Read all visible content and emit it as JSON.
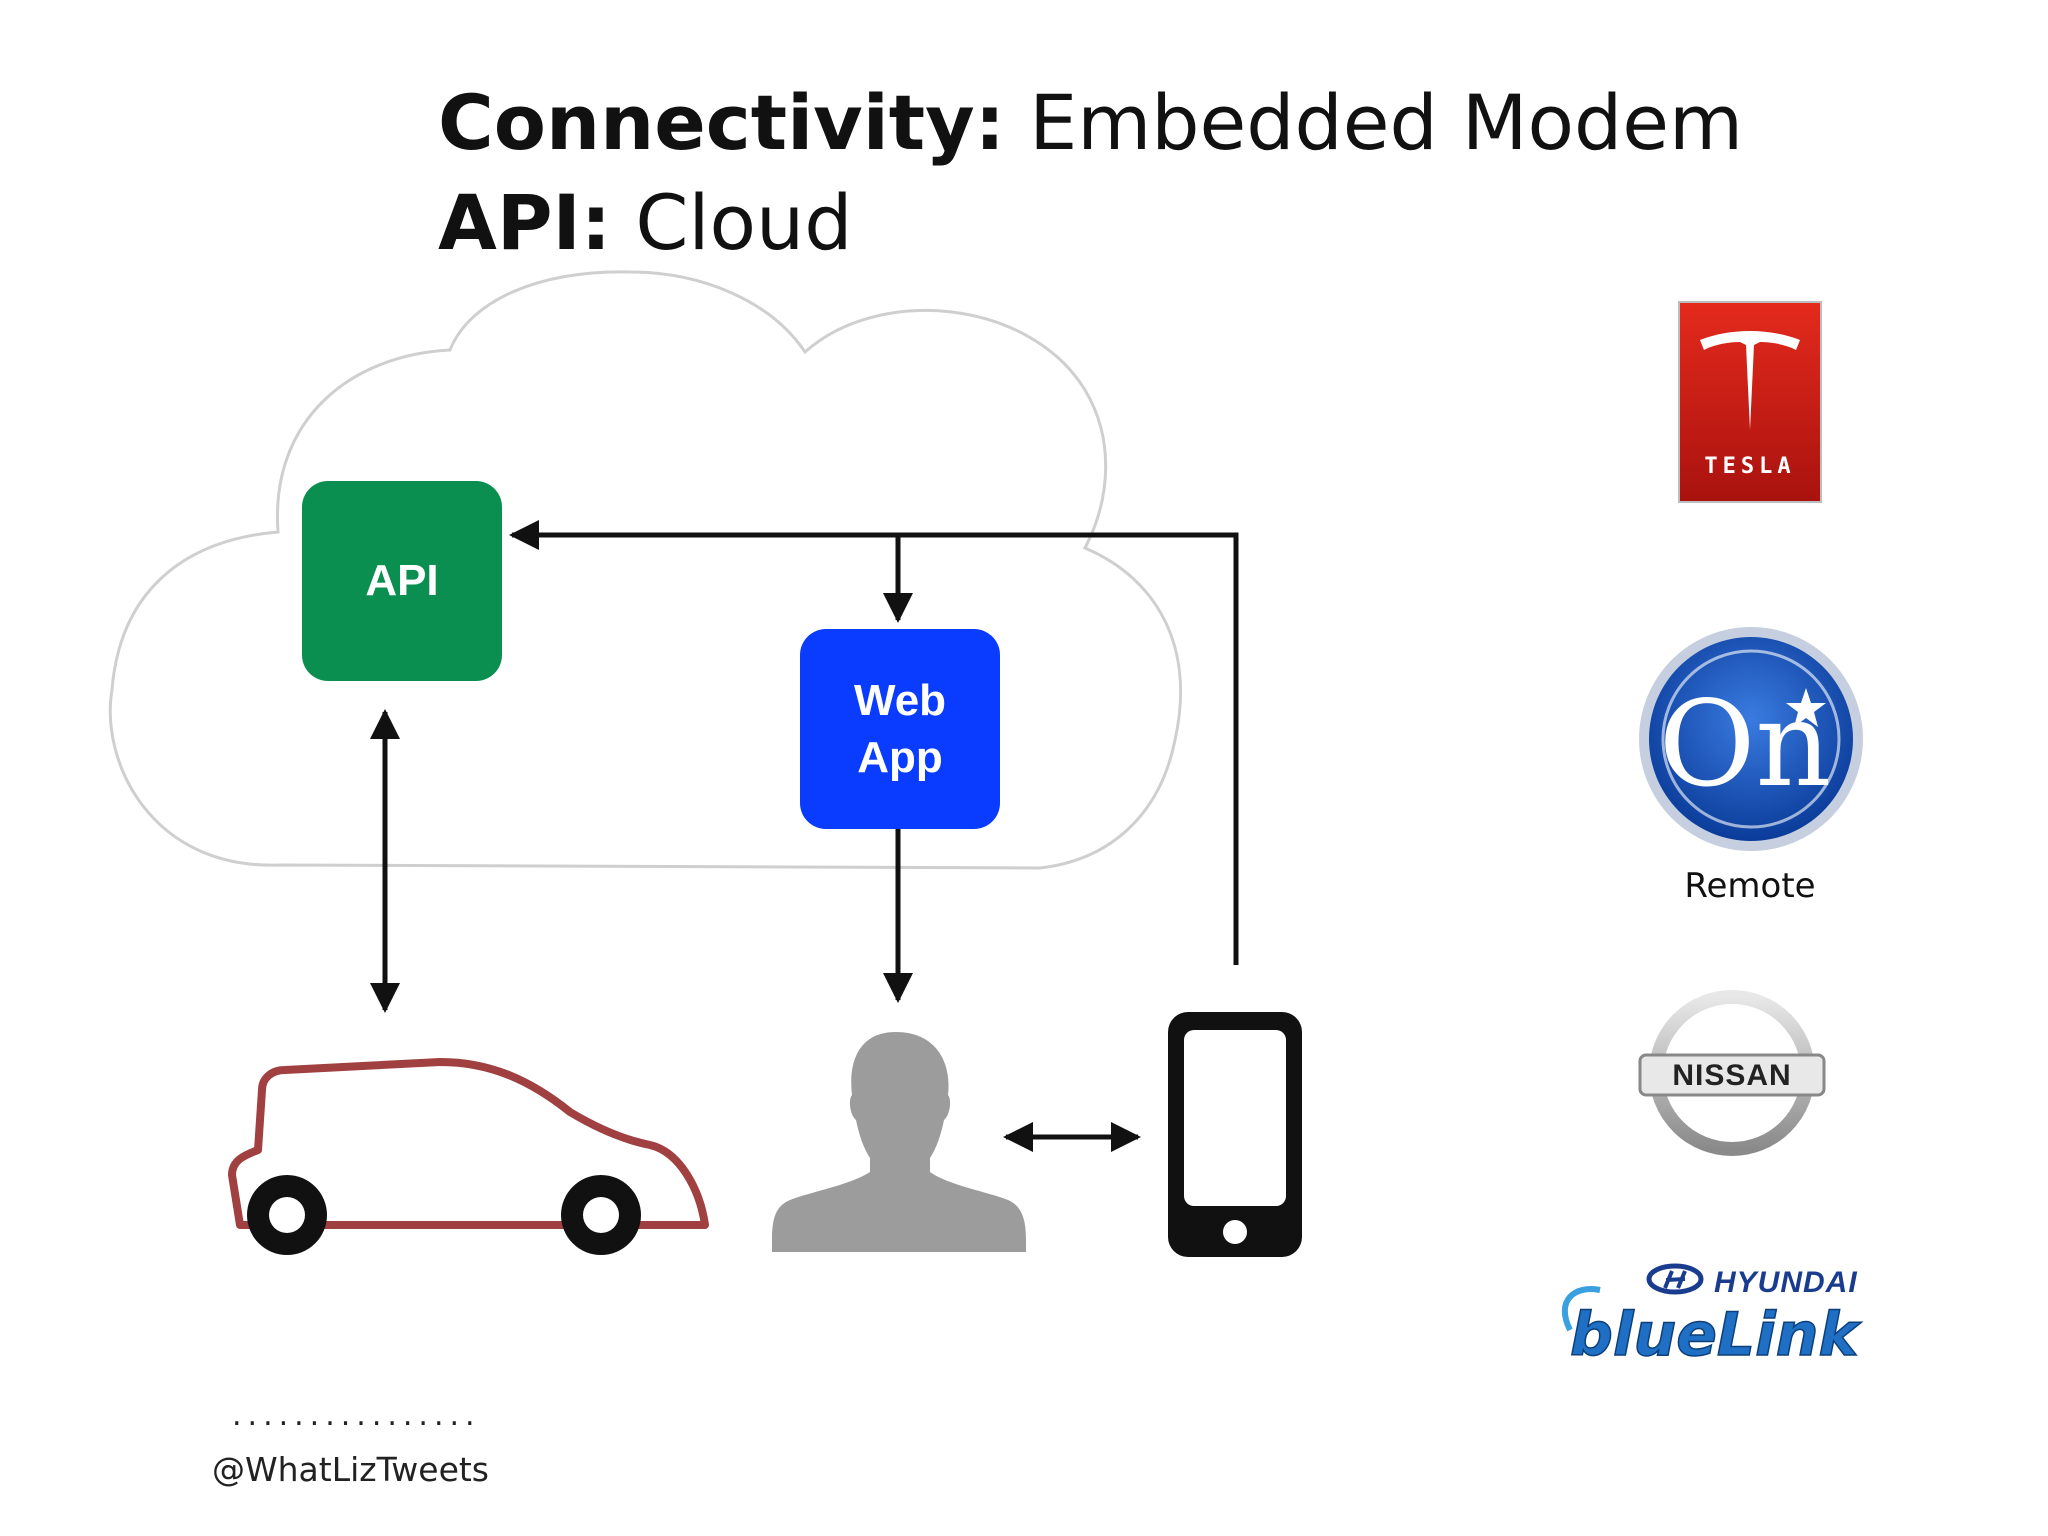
{
  "title": {
    "line1_bold": "Connectivity:",
    "line1_rest": " Embedded Modem",
    "line2_bold": "API:",
    "line2_rest": " Cloud"
  },
  "diagram": {
    "api_label": "API",
    "webapp_label_line1": "Web",
    "webapp_label_line2": "App",
    "api_color": "#0a8f50",
    "webapp_color": "#0a3cff",
    "car_outline_color": "#a04040"
  },
  "brands": {
    "tesla_text": "TESLA",
    "onstar_text": "On",
    "remote_label": "Remote",
    "nissan_text": "NISSAN",
    "hyundai_text": "HYUNDAI",
    "bluelink_text": "blueLink"
  },
  "footer": {
    "dots": "................",
    "handle": "@WhatLizTweets"
  }
}
